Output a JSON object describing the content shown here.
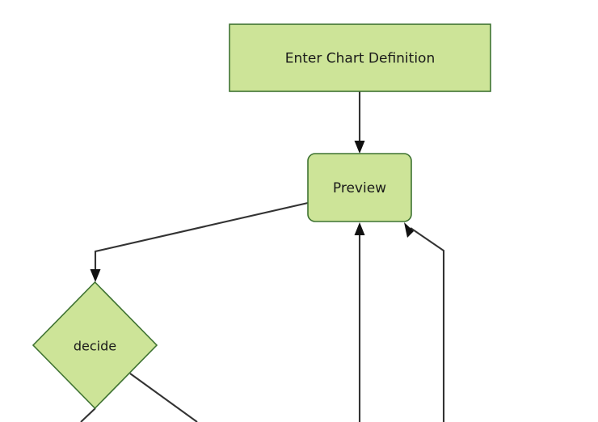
{
  "diagram": {
    "type": "flowchart",
    "title": "",
    "background_color": "#ffffff",
    "node_fill_color": "#cde498",
    "node_stroke_color": "#3f7332",
    "edge_color": "#333333",
    "nodes": [
      {
        "id": "enter",
        "label": "Enter Chart Definition",
        "shape": "rectangle"
      },
      {
        "id": "preview",
        "label": "Preview",
        "shape": "rounded-rectangle"
      },
      {
        "id": "decide",
        "label": "decide",
        "shape": "diamond"
      }
    ],
    "edges": [
      {
        "from": "enter",
        "to": "preview",
        "label": ""
      },
      {
        "from": "preview",
        "to": "decide",
        "label": ""
      },
      {
        "from": "decide",
        "to": "preview",
        "label": ""
      }
    ]
  }
}
